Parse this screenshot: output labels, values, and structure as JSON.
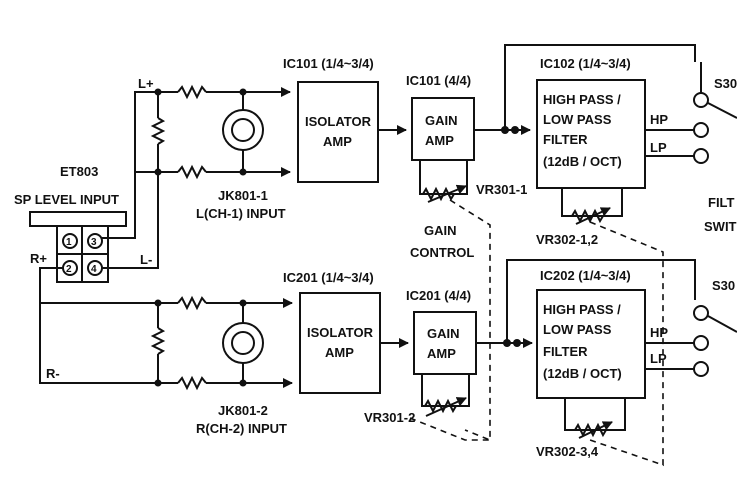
{
  "top_section": {
    "ic_isolator_label": "IC101 (1/4~3/4)",
    "isolator_line1": "ISOLATOR",
    "isolator_line2": "AMP",
    "ic_gain_label": "IC101 (4/4)",
    "gain_line1": "GAIN",
    "gain_line2": "AMP",
    "ic_filter_label": "IC102 (1/4~3/4)",
    "filter_line1": "HIGH PASS /",
    "filter_line2": "LOW PASS",
    "filter_line3": "FILTER",
    "filter_line4": "(12dB / OCT)",
    "hp_label": "HP",
    "lp_label": "LP",
    "jack_label1": "JK801-1",
    "jack_label2": "L(CH-1)  INPUT",
    "gain_vr_label": "VR301-1",
    "filter_vr_label": "VR302-1,2",
    "switch_label": "S30",
    "l_plus": "L+",
    "l_minus": "L-"
  },
  "bottom_section": {
    "ic_isolator_label": "IC201 (1/4~3/4)",
    "isolator_line1": "ISOLATOR",
    "isolator_line2": "AMP",
    "ic_gain_label": "IC201 (4/4)",
    "gain_line1": "GAIN",
    "gain_line2": "AMP",
    "ic_filter_label": "IC202 (1/4~3/4)",
    "filter_line1": "HIGH PASS /",
    "filter_line2": "LOW PASS",
    "filter_line3": "FILTER",
    "filter_line4": "(12dB / OCT)",
    "hp_label": "HP",
    "lp_label": "LP",
    "jack_label1": "JK801-2",
    "jack_label2": "R(CH-2)  INPUT",
    "gain_vr_label": "VR301-2",
    "filter_vr_label": "VR302-3,4",
    "switch_label": "S30",
    "r_plus": "R+",
    "r_minus": "R-"
  },
  "connector": {
    "ref": "ET803",
    "title": "SP  LEVEL  INPUT",
    "pin1": "1",
    "pin2": "2",
    "pin3": "3",
    "pin4": "4"
  },
  "gain_control_line1": "GAIN",
  "gain_control_line2": "CONTROL",
  "filter_switch_line1": "FILT",
  "filter_switch_line2": "SWIT"
}
